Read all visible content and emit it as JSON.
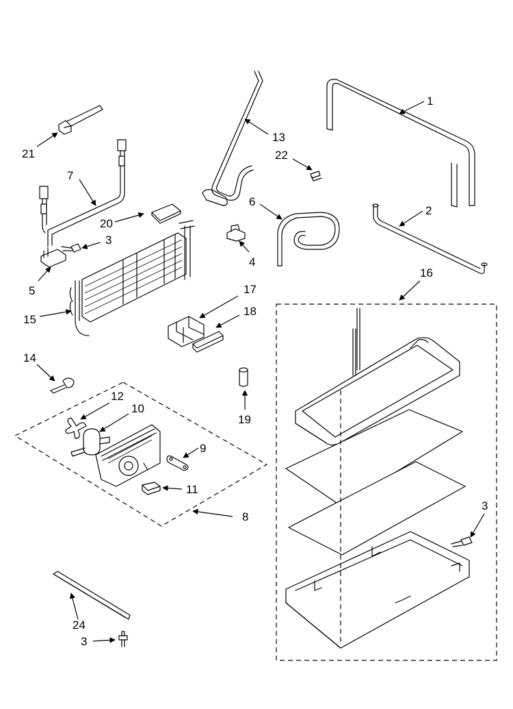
{
  "colors": {
    "line": "#000000",
    "background": "#ffffff"
  },
  "callouts": {
    "c1": "1",
    "c2": "2",
    "c3a": "3",
    "c3b": "3",
    "c3c": "3",
    "c4": "4",
    "c5": "5",
    "c6": "6",
    "c7": "7",
    "c8": "8",
    "c9": "9",
    "c10": "10",
    "c11": "11",
    "c12": "12",
    "c13": "13",
    "c14": "14",
    "c15": "15",
    "c16": "16",
    "c17": "17",
    "c18": "18",
    "c19": "19",
    "c20": "20",
    "c21": "21",
    "c22": "22",
    "c24": "24"
  }
}
